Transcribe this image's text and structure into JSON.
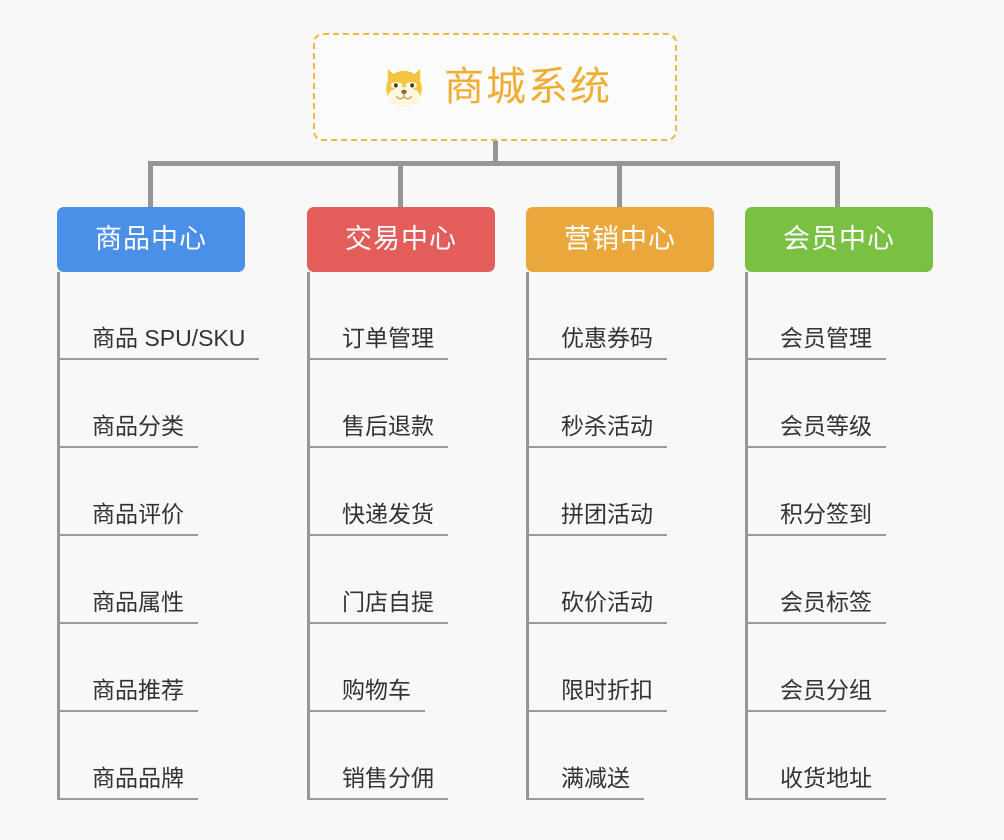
{
  "root": {
    "title": "商城系统",
    "icon": "shiba-dog-icon",
    "border_color": "#f2b544",
    "title_color": "#f0ad34"
  },
  "colors": {
    "connector": "#969696",
    "rule": "#9a9a9a",
    "background": "#f8f8f8",
    "leaf_text": "#333333"
  },
  "columns": [
    {
      "title": "商品中心",
      "color": "#4a90e8",
      "items": [
        "商品 SPU/SKU",
        "商品分类",
        "商品评价",
        "商品属性",
        "商品推荐",
        "商品品牌"
      ]
    },
    {
      "title": "交易中心",
      "color": "#e35d5b",
      "items": [
        "订单管理",
        "售后退款",
        "快递发货",
        "门店自提",
        "购物车",
        "销售分佣"
      ]
    },
    {
      "title": "营销中心",
      "color": "#eaa83c",
      "items": [
        "优惠券码",
        "秒杀活动",
        "拼团活动",
        "砍价活动",
        "限时折扣",
        "满减送"
      ]
    },
    {
      "title": "会员中心",
      "color": "#7ac143",
      "items": [
        "会员管理",
        "会员等级",
        "积分签到",
        "会员标签",
        "会员分组",
        "收货地址"
      ]
    }
  ]
}
